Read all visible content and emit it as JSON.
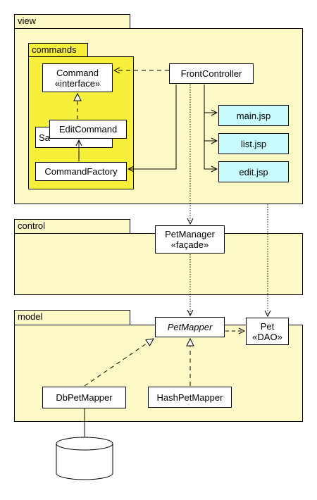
{
  "packages": {
    "view": "view",
    "commands": "commands",
    "control": "control",
    "model": "model"
  },
  "classes": {
    "command": {
      "name": "Command",
      "stereotype": "«interface»"
    },
    "save_command_partial": "Sa",
    "edit_command": "EditCommand",
    "command_factory": "CommandFactory",
    "front_controller": "FrontController",
    "main_jsp": "main.jsp",
    "list_jsp": "list.jsp",
    "edit_jsp": "edit.jsp",
    "pet_manager": {
      "name": "PetManager",
      "stereotype": "«façade»"
    },
    "pet_mapper": "PetMapper",
    "pet": {
      "name": "Pet",
      "stereotype": "«DAO»"
    },
    "db_pet_mapper": "DbPetMapper",
    "hash_pet_mapper": "HashPetMapper"
  },
  "colors": {
    "package_fill": "#fdf9c6",
    "commands_package_fill": "#f7f03a",
    "jsp_fill": "#c8fbfb"
  }
}
